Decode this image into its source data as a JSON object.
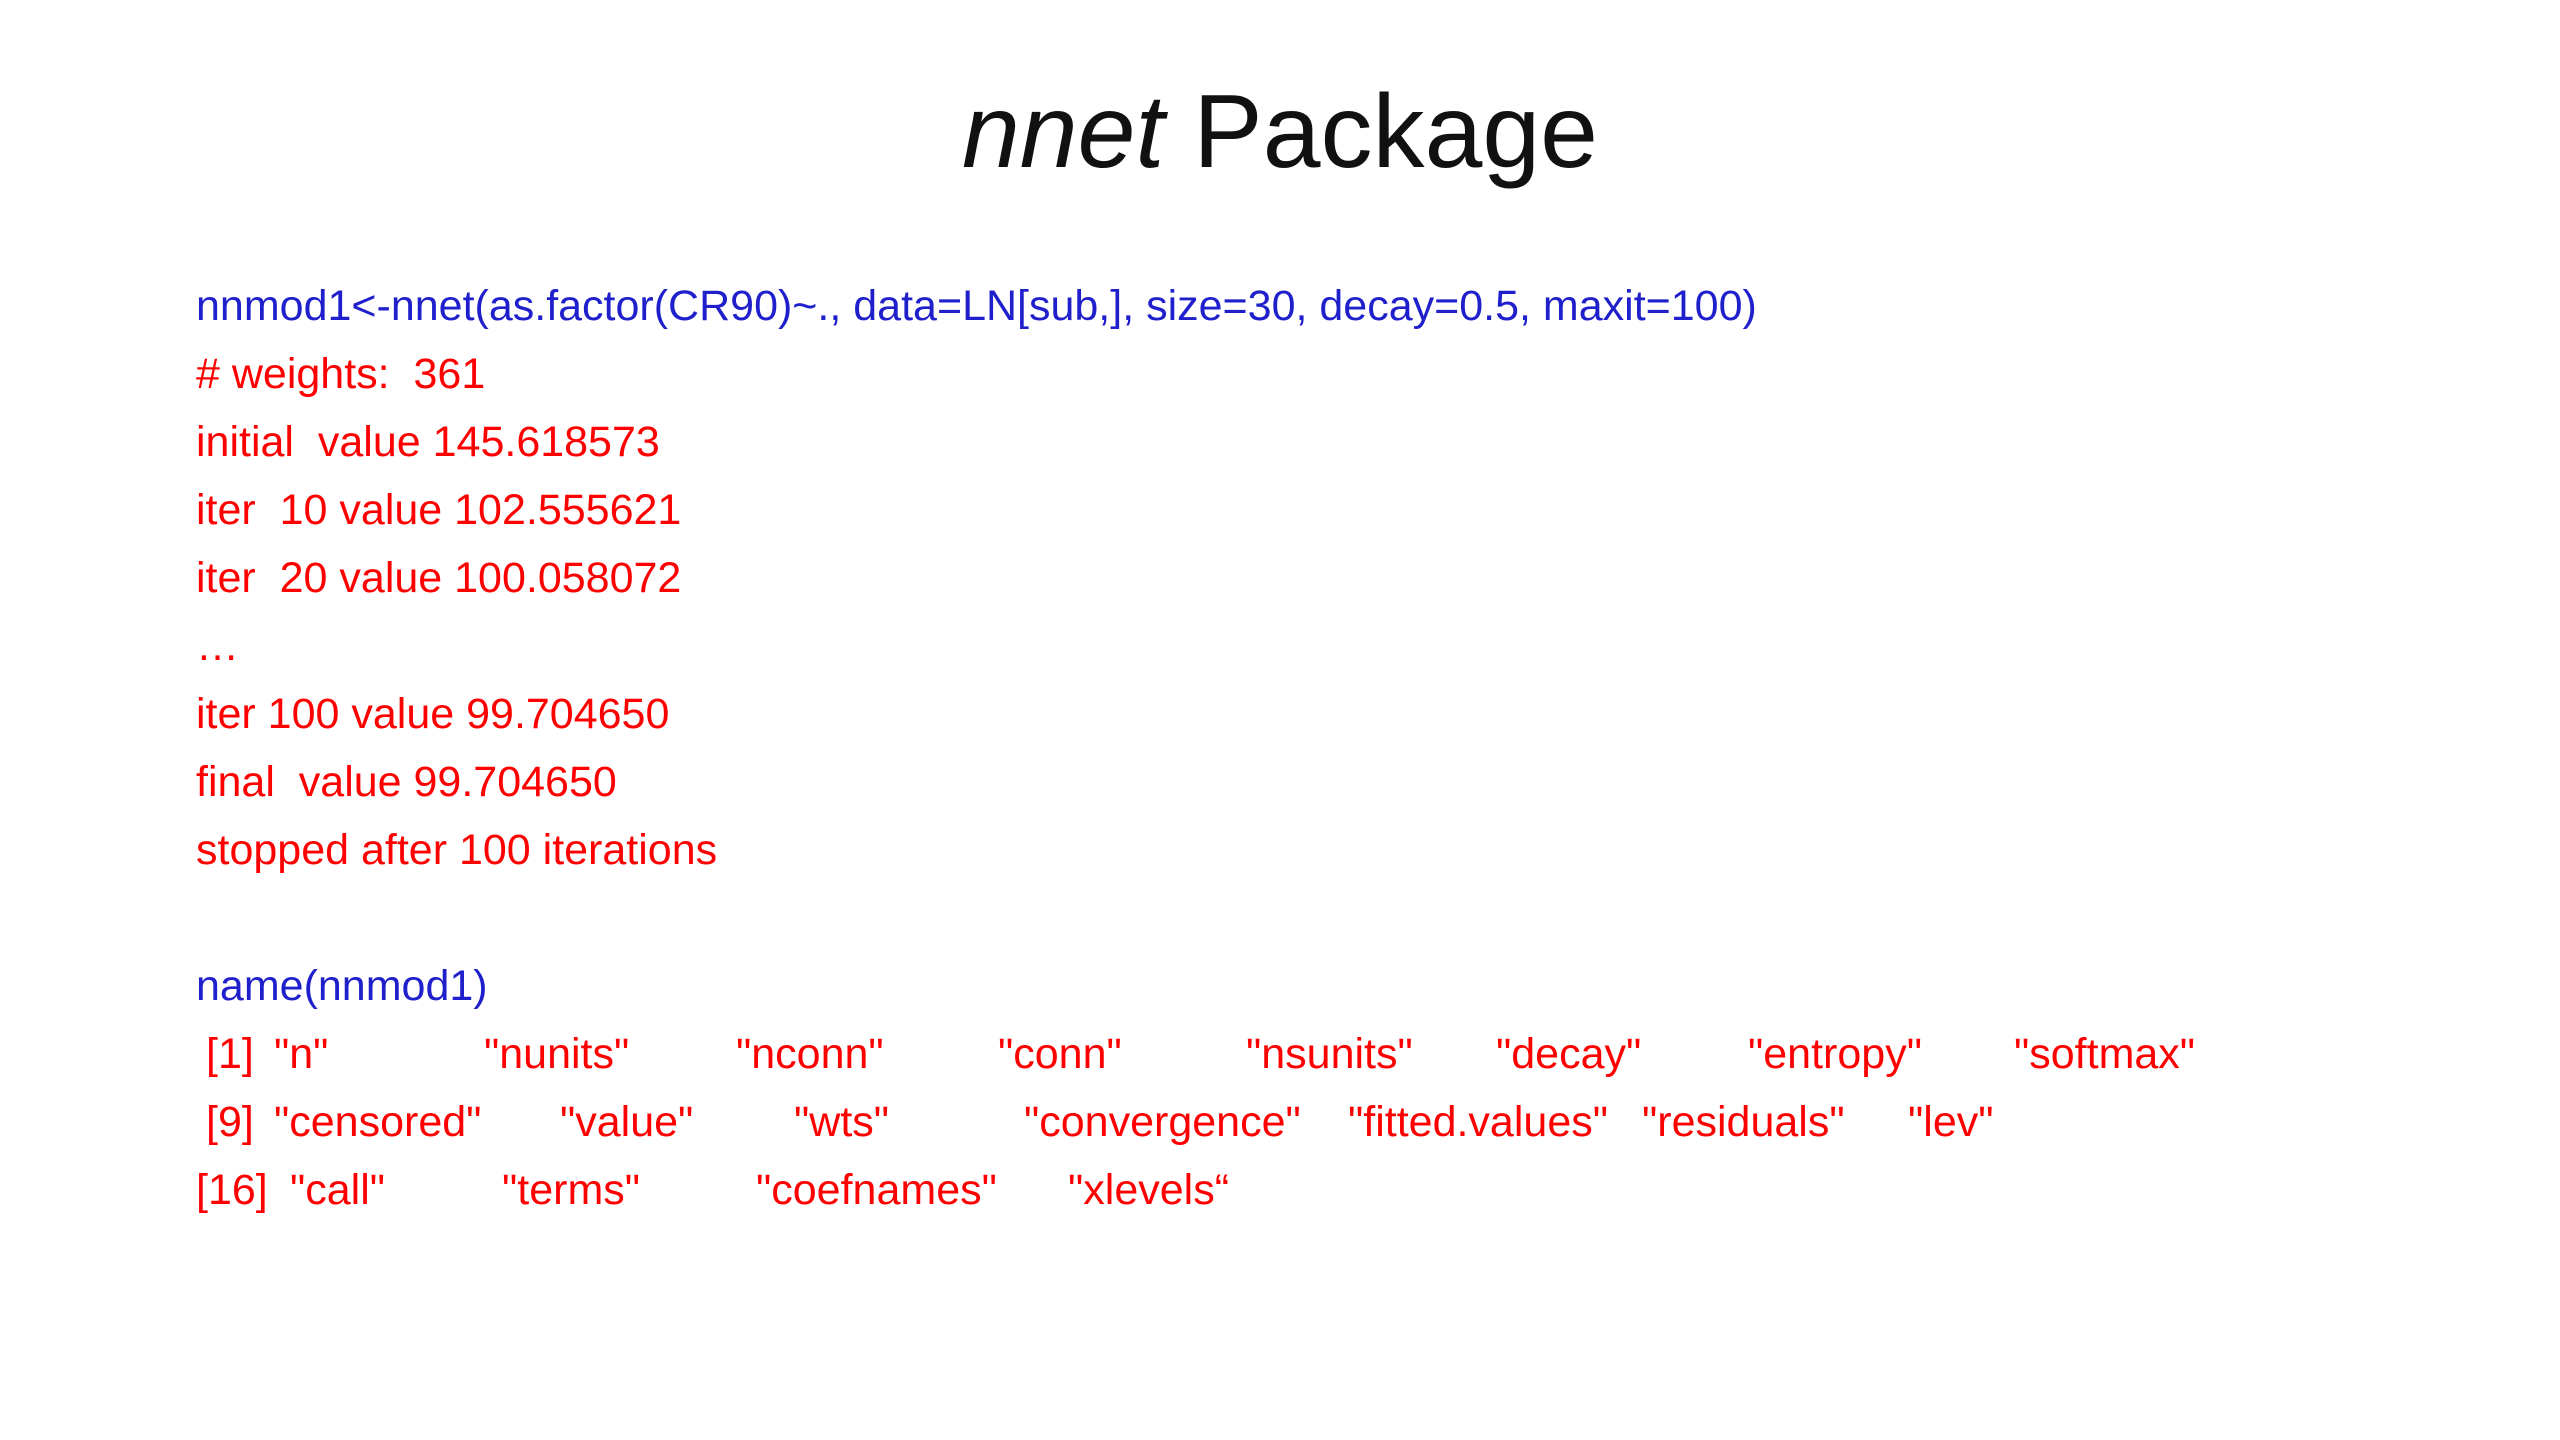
{
  "title": {
    "italic": "nnet",
    "rest": "Package"
  },
  "colors": {
    "command": "#1f1fcc",
    "output": "#ff0000",
    "title": "#111111",
    "background": "#ffffff"
  },
  "block1": {
    "command": "nnmod1<-nnet(as.factor(CR90)~., data=LN[sub,], size=30, decay=0.5, maxit=100)",
    "output": [
      "# weights:  361",
      "initial  value 145.618573",
      "iter  10 value 102.555621",
      "iter  20 value 100.058072",
      "…",
      "iter 100 value 99.704650",
      "final  value 99.704650",
      "stopped after 100 iterations"
    ]
  },
  "block2": {
    "command": "name(nnmod1)",
    "rows": [
      {
        "index": " [1]",
        "items": [
          "\"n\"",
          "\"nunits\"",
          "\"nconn\"",
          "\"conn\"",
          "\"nsunits\"",
          "\"decay\"",
          "\"entropy\"",
          "\"softmax\""
        ]
      },
      {
        "index": " [9]",
        "items": [
          "\"censored\"",
          "\"value\"",
          "\"wts\"",
          "\"convergence\"",
          "\"fitted.values\"",
          "\"residuals\"",
          "\"lev\""
        ]
      },
      {
        "index": "[16]",
        "items": [
          "\"call\"",
          "\"terms\"",
          "\"coefnames\"",
          "\"xlevels“"
        ]
      }
    ]
  }
}
